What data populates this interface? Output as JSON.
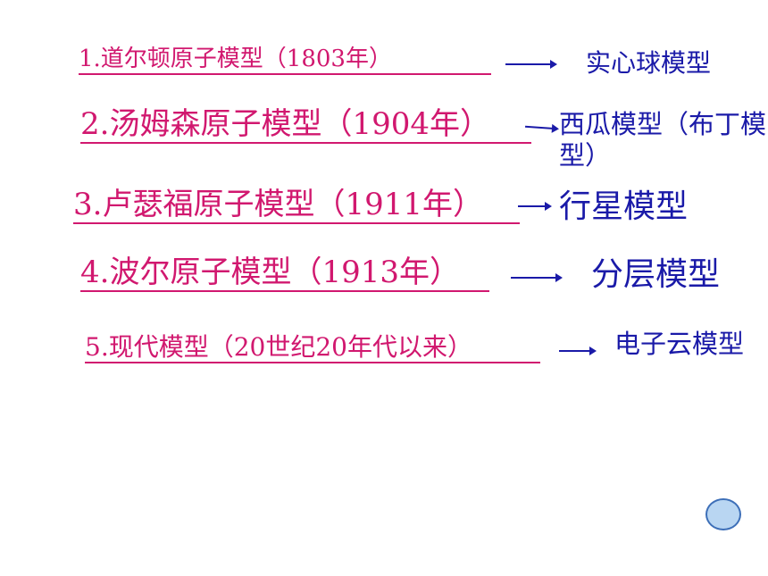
{
  "models": [
    {
      "label": "1.道尔顿原子模型（1803年）",
      "result": "实心球模型"
    },
    {
      "label": "2.汤姆森原子模型（1904年）",
      "result": "西瓜模型（布丁模型）"
    },
    {
      "label": "3.卢瑟福原子模型（1911年）",
      "result": "行星模型"
    },
    {
      "label": "4.波尔原子模型（1913年）",
      "result": "分层模型"
    },
    {
      "label": "5.现代模型（20世纪20年代以来）",
      "result": "电子云模型"
    }
  ],
  "colors": {
    "label": "#d1186f",
    "result": "#1a1aa8",
    "button": "#b9d6f2"
  }
}
